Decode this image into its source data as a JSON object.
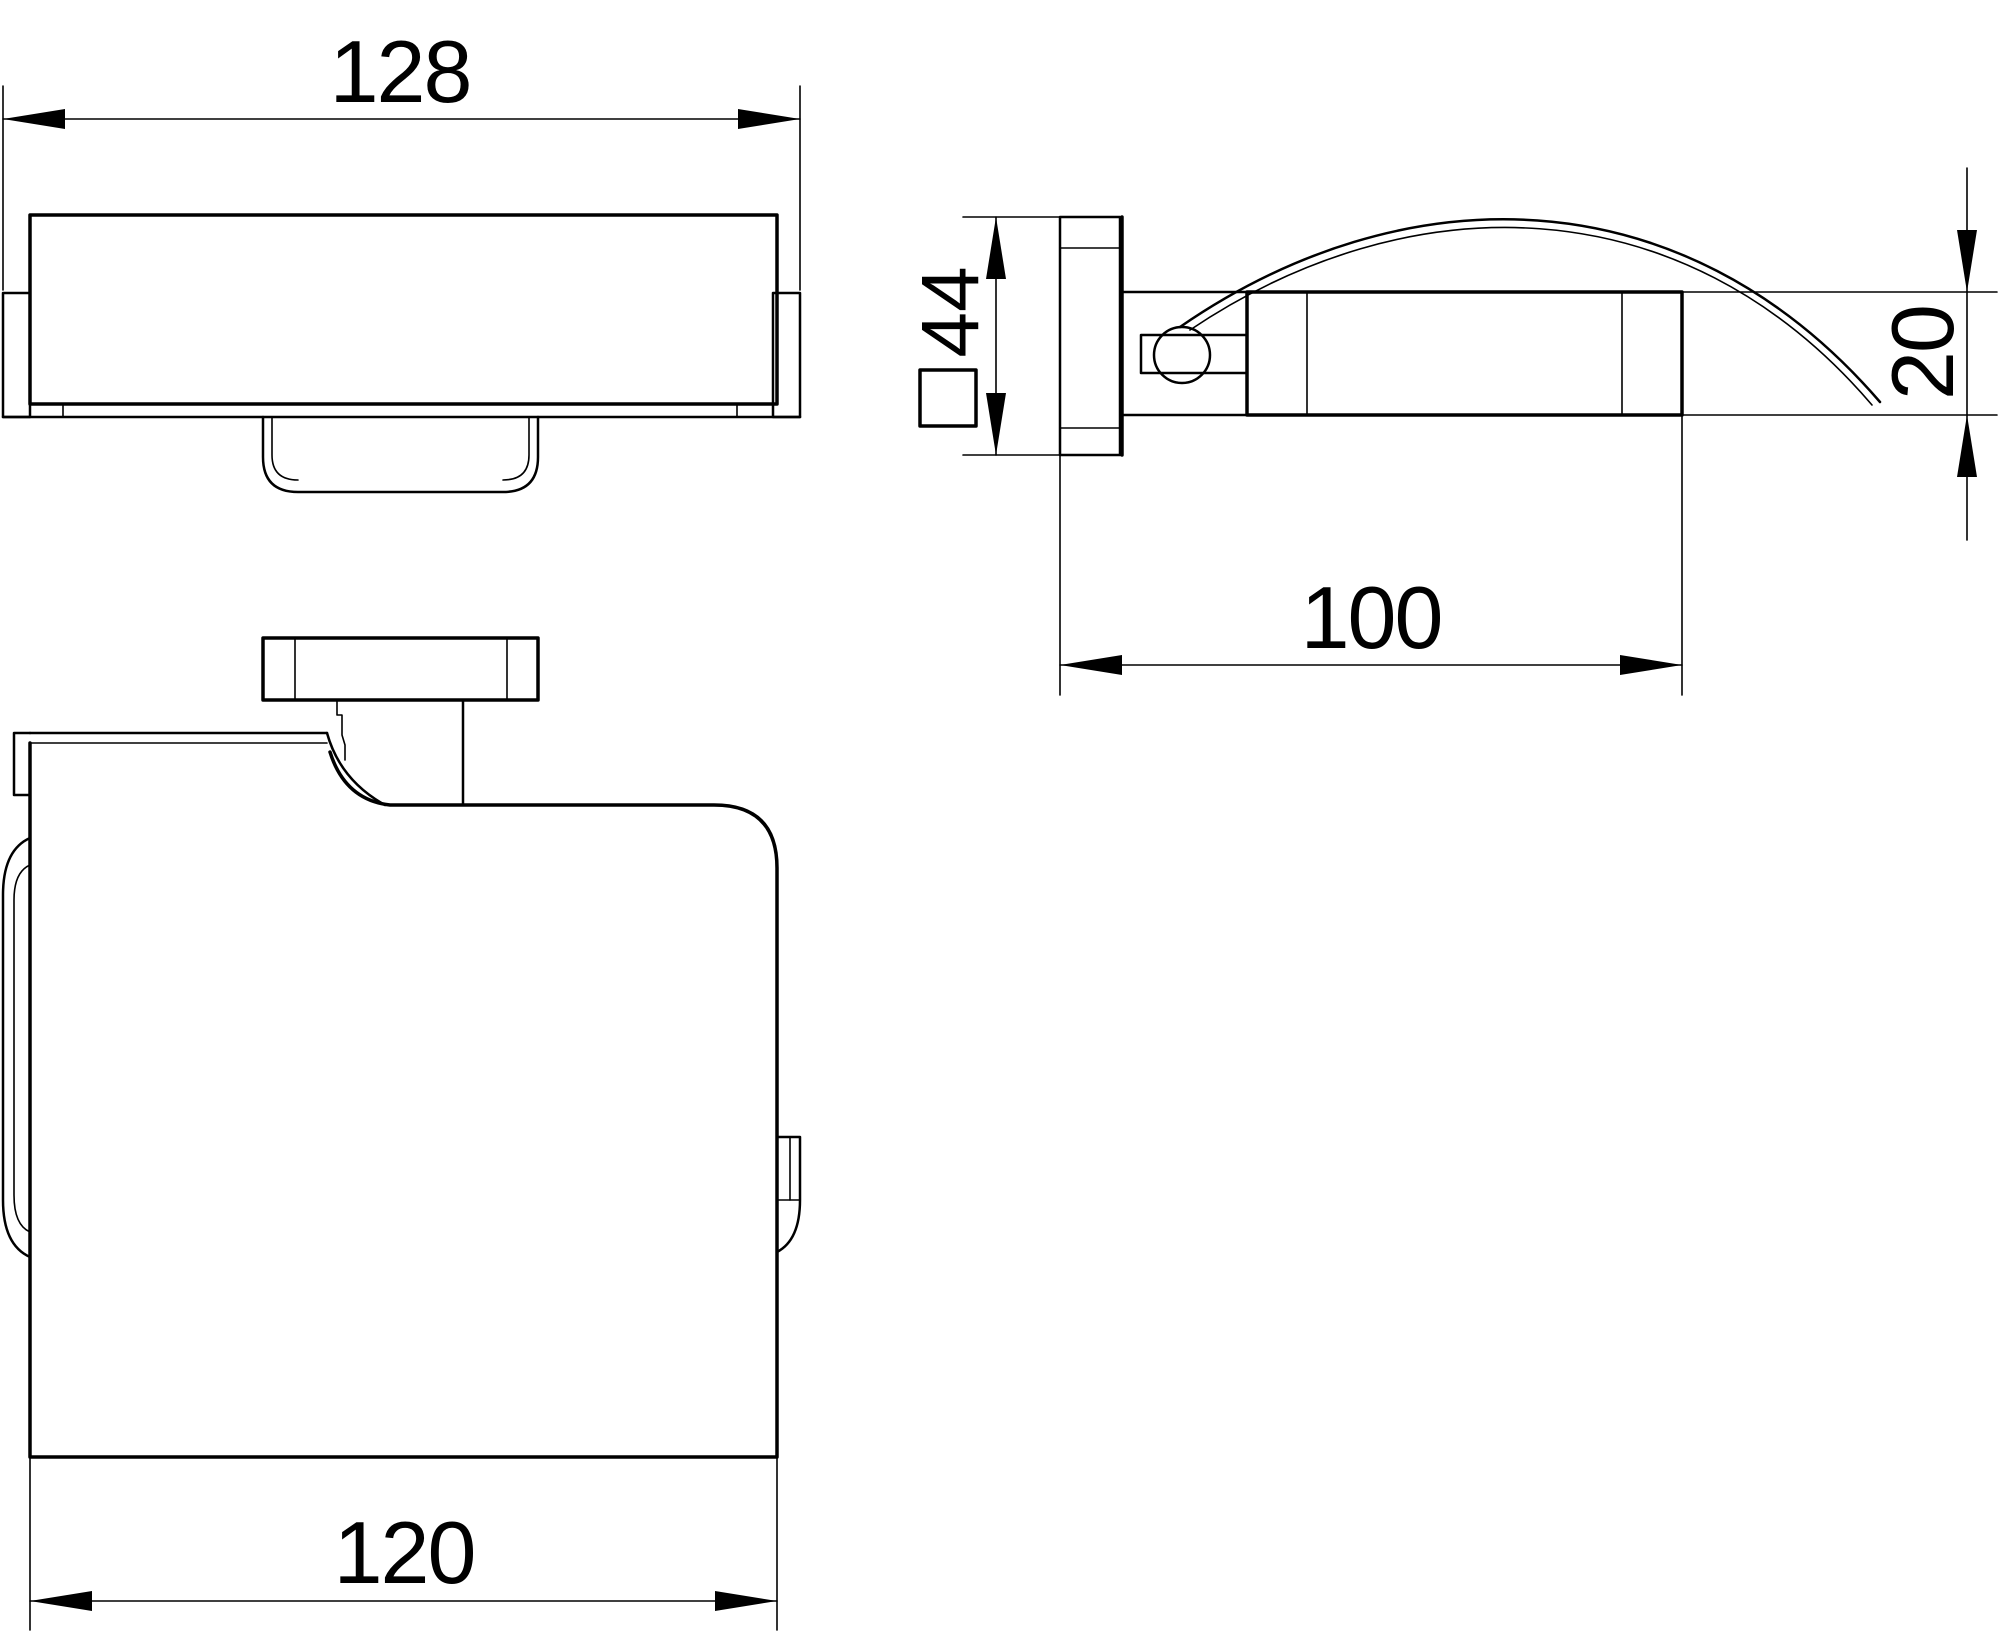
{
  "dimensions": {
    "top_width": "128",
    "square_profile": "44",
    "side_depth": "100",
    "side_height": "20",
    "front_width": "120"
  },
  "symbols": {
    "square_symbol": "□"
  },
  "colors": {
    "line": "#000000",
    "background": "#ffffff"
  }
}
